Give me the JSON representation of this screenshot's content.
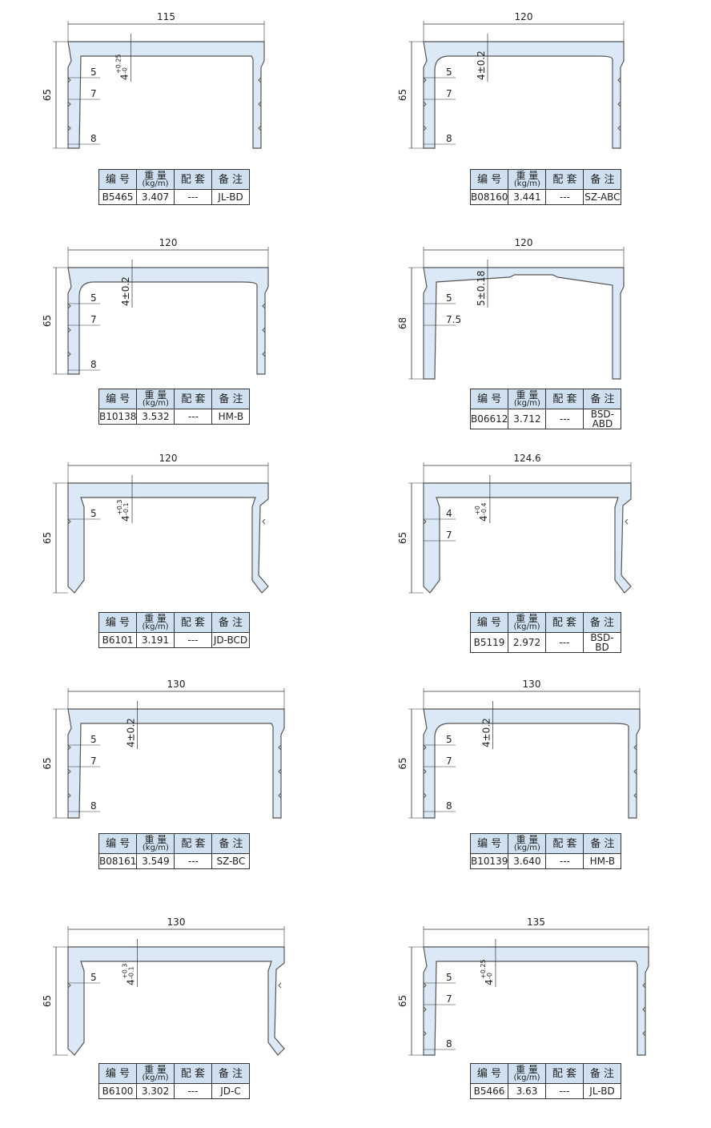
{
  "table_header": {
    "code": "编 号",
    "weight_top": "重 量",
    "weight_unit": "(kg/m)",
    "match": "配 套",
    "note": "备 注"
  },
  "profiles": [
    {
      "id": "p1",
      "width_label": "115",
      "height_label": "65",
      "thickness_label": "4",
      "tol_sup": "+0.25",
      "tol_sub": "-0",
      "tol_text": "",
      "side_labels": [
        "5",
        "7",
        "8"
      ],
      "inner_round": false,
      "center_notch": false,
      "flare": false,
      "side_grooves": 3,
      "code": "B5465",
      "weight": "3.407",
      "match": "---",
      "note": "JL-BD"
    },
    {
      "id": "p2",
      "width_label": "120",
      "height_label": "65",
      "thickness_label": "4",
      "tol_sup": "",
      "tol_sub": "",
      "tol_text": "±0.2",
      "side_labels": [
        "5",
        "7",
        "8"
      ],
      "inner_round": true,
      "center_notch": false,
      "flare": false,
      "side_grooves": 3,
      "code": "B08160",
      "weight": "3.441",
      "match": "---",
      "note": "SZ-ABC"
    },
    {
      "id": "p3",
      "width_label": "120",
      "height_label": "65",
      "thickness_label": "4",
      "tol_sup": "",
      "tol_sub": "",
      "tol_text": "±0.2",
      "side_labels": [
        "5",
        "7",
        "8"
      ],
      "inner_round": true,
      "center_notch": false,
      "flare": false,
      "side_grooves": 3,
      "code": "B10138",
      "weight": "3.532",
      "match": "---",
      "note": "HM-B"
    },
    {
      "id": "p4",
      "width_label": "120",
      "height_label": "68",
      "thickness_label": "5",
      "tol_sup": "",
      "tol_sub": "",
      "tol_text": "±0.18",
      "side_labels": [
        "5",
        "7.5"
      ],
      "inner_round": false,
      "center_notch": true,
      "flare": false,
      "side_grooves": 0,
      "code": "B06612",
      "weight": "3.712",
      "match": "---",
      "note": "BSD-ABD"
    },
    {
      "id": "p5",
      "width_label": "120",
      "height_label": "65",
      "thickness_label": "4",
      "tol_sup": "+0.3",
      "tol_sub": "-0.1",
      "tol_text": "",
      "side_labels": [
        "5"
      ],
      "inner_round": false,
      "center_notch": false,
      "flare": true,
      "side_grooves": 1,
      "code": "B6101",
      "weight": "3.191",
      "match": "---",
      "note": "JD-BCD"
    },
    {
      "id": "p6",
      "width_label": "124.6",
      "height_label": "65",
      "thickness_label": "4",
      "tol_sup": "+0",
      "tol_sub": "-0.4",
      "tol_text": "",
      "side_labels": [
        "4",
        "7"
      ],
      "inner_round": false,
      "center_notch": false,
      "flare": true,
      "side_grooves": 1,
      "code": "B5119",
      "weight": "2.972",
      "match": "---",
      "note": "BSD-BD"
    },
    {
      "id": "p7",
      "width_label": "130",
      "height_label": "65",
      "thickness_label": "4",
      "tol_sup": "",
      "tol_sub": "",
      "tol_text": "±0.2",
      "side_labels": [
        "5",
        "7",
        "8"
      ],
      "inner_round": false,
      "center_notch": false,
      "flare": false,
      "side_grooves": 3,
      "code": "B08161",
      "weight": "3.549",
      "match": "---",
      "note": "SZ-BC"
    },
    {
      "id": "p8",
      "width_label": "130",
      "height_label": "65",
      "thickness_label": "4",
      "tol_sup": "",
      "tol_sub": "",
      "tol_text": "±0.2",
      "side_labels": [
        "5",
        "7",
        "8"
      ],
      "inner_round": true,
      "center_notch": false,
      "flare": false,
      "side_grooves": 3,
      "code": "B10139",
      "weight": "3.640",
      "match": "---",
      "note": "HM-B"
    },
    {
      "id": "p9",
      "width_label": "130",
      "height_label": "65",
      "thickness_label": "4",
      "tol_sup": "+0.3",
      "tol_sub": "-0.1",
      "tol_text": "",
      "side_labels": [
        "5"
      ],
      "inner_round": false,
      "center_notch": false,
      "flare": true,
      "side_grooves": 1,
      "code": "B6100",
      "weight": "3.302",
      "match": "---",
      "note": "JD-C"
    },
    {
      "id": "p10",
      "width_label": "135",
      "height_label": "65",
      "thickness_label": "4",
      "tol_sup": "+0.25",
      "tol_sub": "-0",
      "tol_text": "",
      "side_labels": [
        "5",
        "7",
        "8"
      ],
      "inner_round": false,
      "center_notch": false,
      "flare": false,
      "side_grooves": 3,
      "code": "B5466",
      "weight": "3.63",
      "match": "---",
      "note": "JL-BD"
    }
  ],
  "colors": {
    "fill": "#dbe9f6",
    "stroke": "#555555",
    "header": "#cfe1f1"
  }
}
